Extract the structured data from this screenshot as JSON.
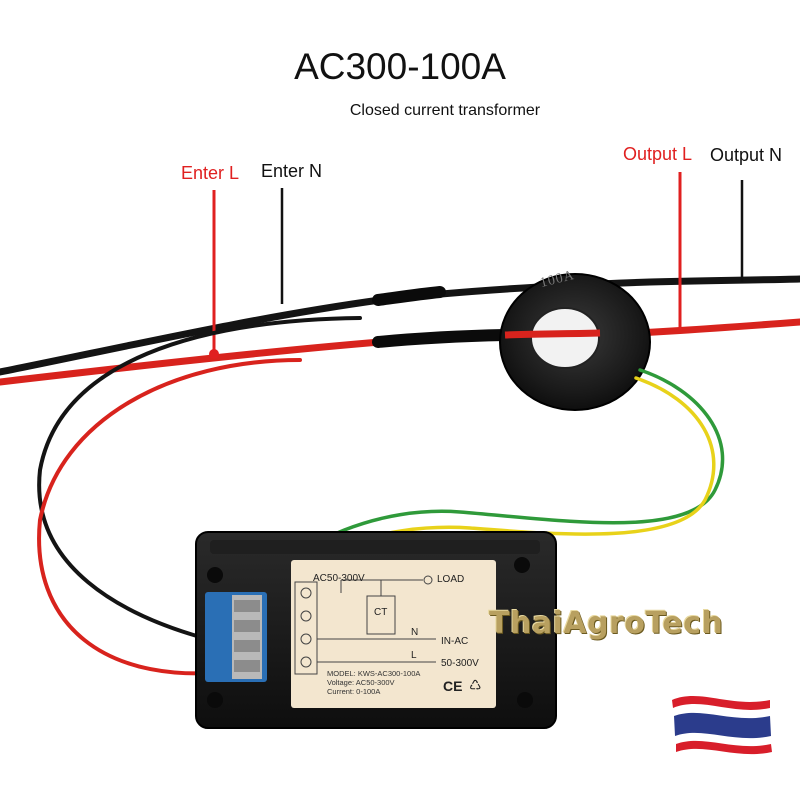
{
  "header": {
    "title": "AC300-100A",
    "subtitle": "Closed current transformer"
  },
  "wire_labels": {
    "enter_l": "Enter L",
    "enter_n": "Enter N",
    "output_l": "Output L",
    "output_n": "Output N"
  },
  "ct_ring": {
    "marking": "100A"
  },
  "module": {
    "voltage_top": "AC50-300V",
    "load": "LOAD",
    "ct": "CT",
    "n": "N",
    "l": "L",
    "in_ac": "IN-AC",
    "range": "50-300V",
    "model_line": "MODEL: KWS-AC300-100A",
    "voltage_line": "Voltage: AC50-300V",
    "current_line": "Current: 0-100A",
    "cert": "CE"
  },
  "watermark": {
    "text": "ThaiAgroTech"
  },
  "colors": {
    "live_wire": "#d8231d",
    "neutral_wire": "#141414",
    "sense_green": "#2f9a3a",
    "sense_yellow": "#e8d21a",
    "label_red": "#e02020",
    "module_body": "#1c1c1c",
    "terminal_blue": "#2a6fb5",
    "label_sticker": "#f3e6cf",
    "flag_red": "#d81e2a",
    "flag_blue": "#2b3c8c"
  }
}
